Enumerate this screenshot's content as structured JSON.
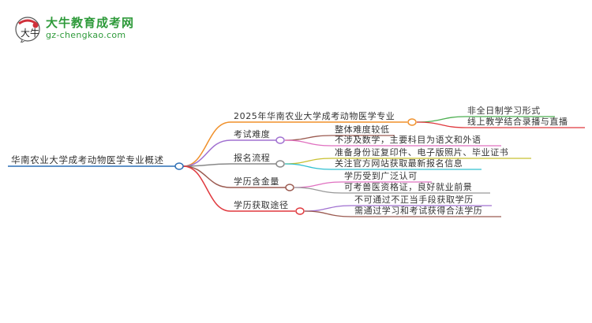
{
  "logo": {
    "title": "大牛教育成考网",
    "url": "gz-chengkao.com",
    "badge_text": "大牛",
    "brand_color": "#2e9a3a"
  },
  "mindmap": {
    "root": {
      "label": "华南农业大学成考动物医学专业概述",
      "color": "#2c6fb5"
    },
    "branches": [
      {
        "label": "2025年华南农业大学成考动物医学专业",
        "color": "#f0902a",
        "children": [
          {
            "label": "非全日制学习形式",
            "color": "#4caf50"
          },
          {
            "label": "线上教学结合录播与直播",
            "color": "#e0393e"
          }
        ]
      },
      {
        "label": "考试难度",
        "color": "#a070d0",
        "children": [
          {
            "label": "整体难度较低",
            "color": "#9b5a50"
          },
          {
            "label": "不涉及数学，主要科目为语文和外语",
            "color": "#e070c0"
          }
        ]
      },
      {
        "label": "报名流程",
        "color": "#888888",
        "children": [
          {
            "label": "准备身份证复印件、电子版照片、毕业证书",
            "color": "#c8c030"
          },
          {
            "label": "关注官方网站获取最新报名信息",
            "color": "#30c0d0"
          }
        ]
      },
      {
        "label": "学历含金量",
        "color": "#9b5a50",
        "children": [
          {
            "label": "学历受到广泛认可",
            "color": "#e070c0"
          },
          {
            "label": "可考兽医资格证，良好就业前景",
            "color": "#999999"
          }
        ]
      },
      {
        "label": "学历获取途径",
        "color": "#e0393e",
        "children": [
          {
            "label": "不可通过不正当手段获取学历",
            "color": "#a070d0"
          },
          {
            "label": "需通过学习和考试获得合法学历",
            "color": "#9b5a50"
          }
        ]
      }
    ]
  }
}
